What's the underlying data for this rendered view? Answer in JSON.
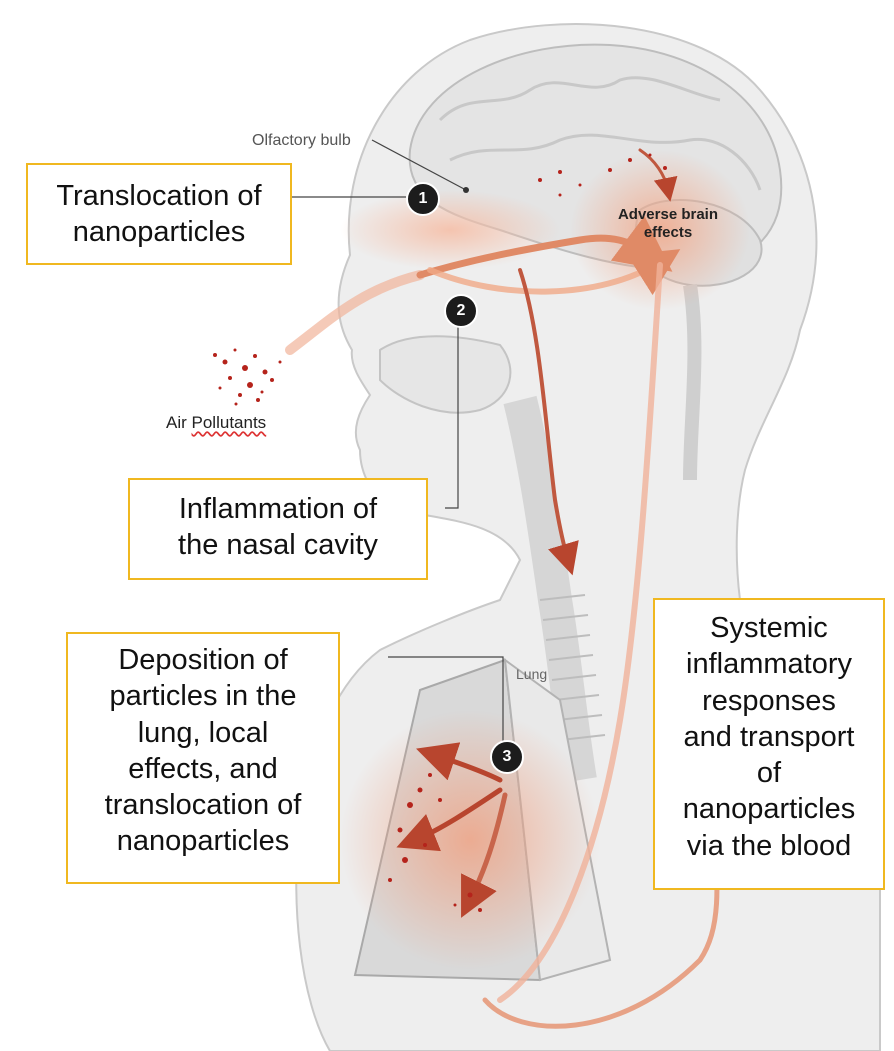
{
  "labels": {
    "olfactory_bulb": "Olfactory bulb",
    "air_pollutants_1": "Air",
    "air_pollutants_2": "Pollutants",
    "lung": "Lung",
    "adverse_brain_1": "Adverse brain",
    "adverse_brain_2": "effects"
  },
  "markers": [
    "1",
    "2",
    "3"
  ],
  "boxes": {
    "translocation": [
      "Translocation of",
      "nanoparticles"
    ],
    "nasal": [
      "Inflammation of",
      "the nasal cavity"
    ],
    "deposition": [
      "Deposition of",
      "particles in the",
      "lung, local",
      "effects, and",
      "translocation of",
      "nanoparticles"
    ],
    "systemic": [
      "Systemic",
      "inflammatory",
      "responses",
      "and transport",
      "of",
      "nanoparticles",
      "via the blood"
    ]
  },
  "colors": {
    "box_border": "#f0b820",
    "arrow": "#e08a66",
    "particle": "#b5231b",
    "tissue": "#e8e8e8"
  }
}
